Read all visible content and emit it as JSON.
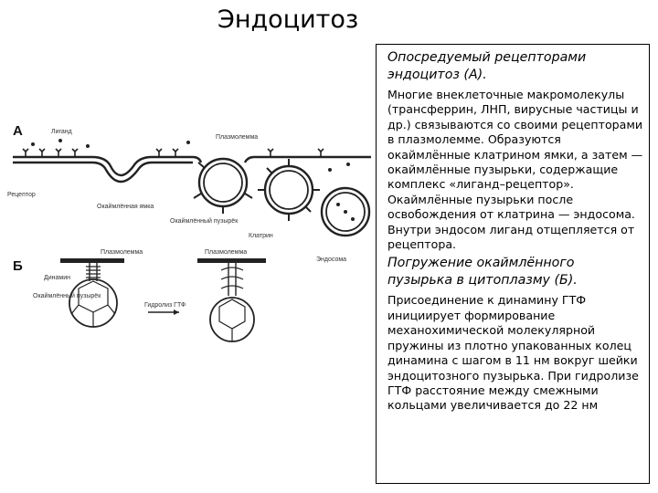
{
  "slide": {
    "title": "Эндоцитоз"
  },
  "text": {
    "heading_a": "Опосредуемый рецепторами эндоцитоз (А).",
    "para_a": "Многие внеклеточные макромолекулы (трансферрин, ЛНП, вирусные частицы и др.) связываются со своими рецепторами в плазмолемме. Образуются окаймлённые клатрином ямки, а затем — окаймлённые пузырьки, содержащие комплекс «лиганд–рецептор». Окаймлённые пузырьки после освобождения от клатрина — эндосома. Внутри эндосом лиганд отщепляется от рецептора.",
    "heading_b": "Погружение окаймлённого пузырька в цитоплазму (Б).",
    "para_b": "Присоединение к динамину ГТФ инициирует формирование механохимической молекулярной пружины из плотно упакованных колец динамина с шагом в 11 нм вокруг шейки эндоцитозного пузырька. При гидролизе ГТФ расстояние между смежными кольцами увеличивается до 22 нм"
  },
  "figure": {
    "panel_a": "А",
    "panel_b": "Б",
    "labels_a": {
      "ligand": "Лиганд",
      "plasmolemma": "Плазмолемма",
      "receptor": "Рецептор",
      "coated_pit": "Окаймлённая ямка",
      "coated_vesicle": "Окаймлённый пузырёк",
      "clathrin": "Клатрин",
      "endosome": "Эндосома"
    },
    "labels_b": {
      "plasmolemma_1": "Плазмолемма",
      "plasmolemma_2": "Плазмолемма",
      "dynamin": "Динамин",
      "coated_vesicle": "Окаймлённый пузырёк",
      "gtp_hydrolysis": "Гидролиз ГТФ"
    }
  }
}
